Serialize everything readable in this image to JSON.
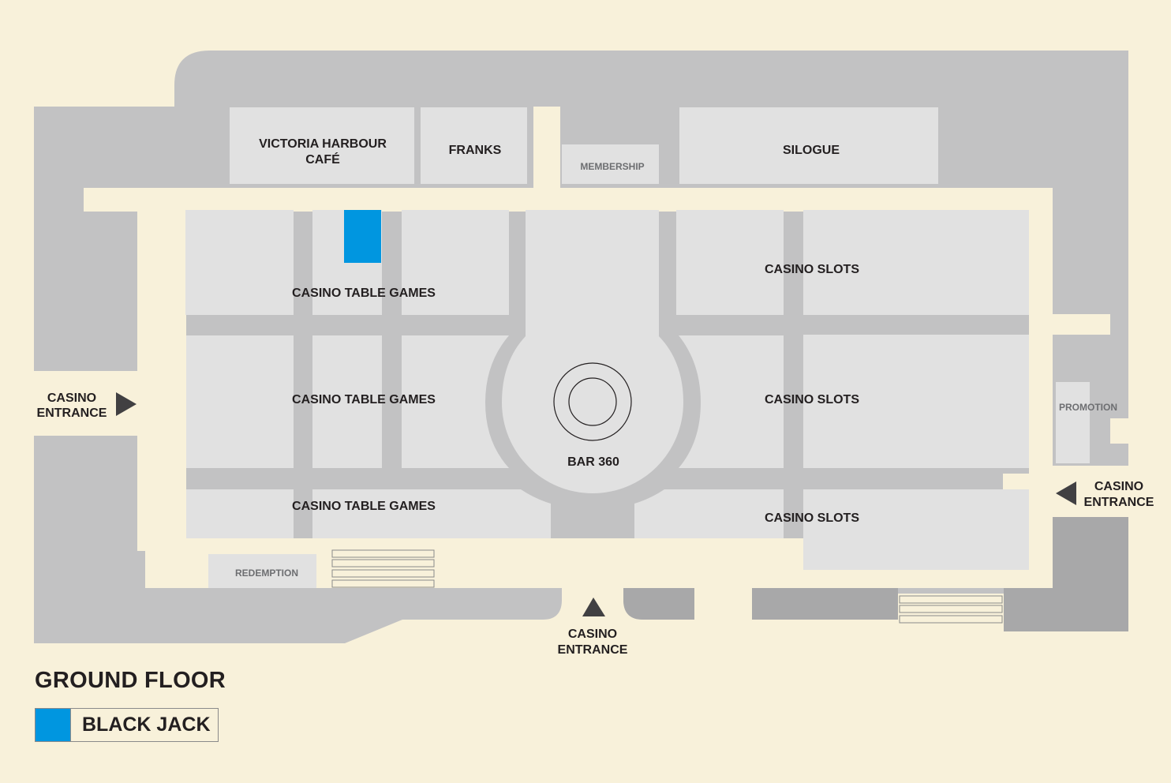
{
  "floor_title": "GROUND FLOOR",
  "legend": {
    "label": "BLACK JACK",
    "color": "#0096e0"
  },
  "colors": {
    "background": "#f8f1da",
    "walls": "#c2c2c3",
    "walls_dark": "#a8a8a9",
    "rooms": "#e1e1e1",
    "highlight": "#0096e0",
    "text": "#231f20",
    "text_muted": "#6d6e71"
  },
  "venues": {
    "victoria_line1": "VICTORIA HARBOUR",
    "victoria_line2": "CAFÉ",
    "franks": "FRANKS",
    "membership": "MEMBERSHIP",
    "silogue": "SILOGUE",
    "promotion": "PROMOTION",
    "redemption": "REDEMPTION",
    "bar": "BAR 360"
  },
  "zones": {
    "table_games_1": "CASINO TABLE GAMES",
    "table_games_2": "CASINO TABLE GAMES",
    "table_games_3": "CASINO TABLE GAMES",
    "slots_1": "CASINO SLOTS",
    "slots_2": "CASINO SLOTS",
    "slots_3": "CASINO SLOTS"
  },
  "entrances": {
    "west": {
      "line1": "CASINO",
      "line2": "ENTRANCE",
      "direction": "right"
    },
    "east": {
      "line1": "CASINO",
      "line2": "ENTRANCE",
      "direction": "left"
    },
    "south": {
      "line1": "CASINO",
      "line2": "ENTRANCE",
      "direction": "up"
    }
  }
}
